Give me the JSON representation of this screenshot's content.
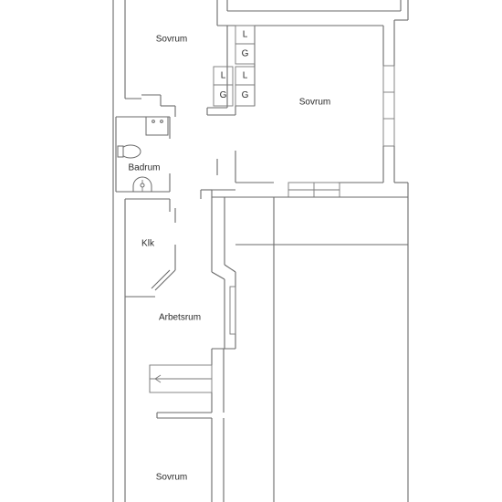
{
  "rooms": {
    "top_left": "Sovrum",
    "center_right": "Sovrum",
    "bathroom": "Badrum",
    "closet": "Klk",
    "office": "Arbetsrum",
    "bottom": "Sovrum"
  },
  "wardrobe": {
    "top_l": "L",
    "top_g": "G",
    "left_l": "L",
    "left_g": "G",
    "right_l": "L",
    "right_g": "G"
  },
  "colors": {
    "wall": "#6a6a6a",
    "text": "#2a2a2a",
    "background": "#ffffff"
  }
}
